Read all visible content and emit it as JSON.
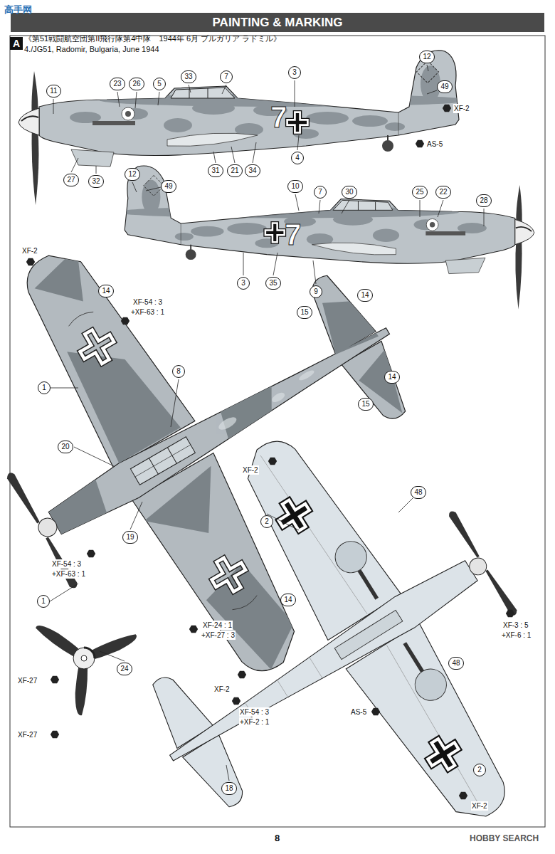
{
  "diagram": {
    "title": "PAINTING & MARKING",
    "nodes": [
      {
        "text": [
          "A"
        ]
      }
    ],
    "labels": [
      "《第51戦闘航空団第II飛行隊第4中隊　1944年 6月 ブルガリア ラドミル》",
      "4./JG51, Radomir, Bulgaria, June 1944",
      "11",
      "23",
      "26",
      "5",
      "33",
      "7",
      "3",
      "12",
      "49",
      "XF-2",
      "AS-5",
      "4",
      "34",
      "21",
      "31",
      "27",
      "32",
      "7",
      "12",
      "49",
      "10",
      "7",
      "30",
      "25",
      "22",
      "28",
      "3",
      "35",
      "9",
      "7",
      "XF-2",
      "14",
      "XF-54 : 3",
      "+XF-63 : 1",
      "15",
      "14",
      "14",
      "15",
      "8",
      "20",
      "1",
      "19",
      "XF-54 : 3",
      "+XF-63 : 1",
      "1",
      "14",
      "XF-24 : 1",
      "+XF-27 : 3",
      "XF-2",
      "24",
      "XF-27",
      "XF-27",
      "XF-2",
      "2",
      "48",
      "XF-3 : 5",
      "+XF-6 : 1",
      "AS-5",
      "48",
      "2",
      "XF-54 : 3",
      "+XF-2 : 1",
      "18",
      "XF-2",
      "8",
      "HOBBY SEARCH",
      "高手网"
    ]
  }
}
